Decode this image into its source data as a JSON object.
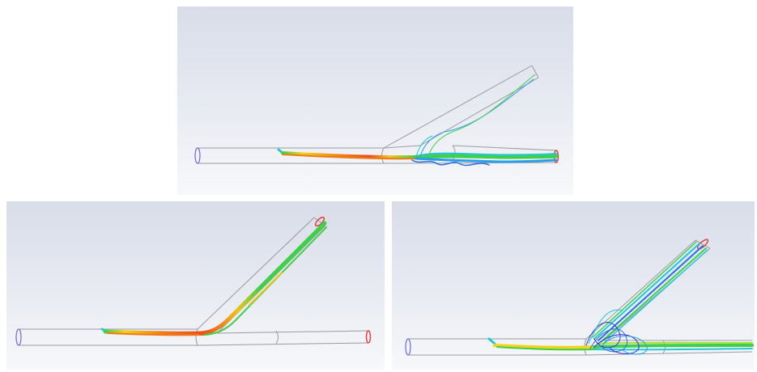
{
  "figure": {
    "panels": [
      {
        "id": "top",
        "view": "pipe-junction-streamlines"
      },
      {
        "id": "bottom-left",
        "view": "pipe-junction-streamlines"
      },
      {
        "id": "bottom-right",
        "view": "pipe-junction-streamlines"
      }
    ],
    "colors": {
      "background_top": "#d9dde9",
      "background_bottom": "#f7f8fa",
      "outline": "#9a9aa0",
      "inlet_ring": "#6a6ad8",
      "outlet_ring": "#e04040",
      "stream_high": "#e8501c",
      "stream_mid": "#f2c21a",
      "stream_low": "#2a6ee8",
      "stream_green": "#3fcf4a",
      "stream_cyan": "#22c8d8"
    }
  }
}
